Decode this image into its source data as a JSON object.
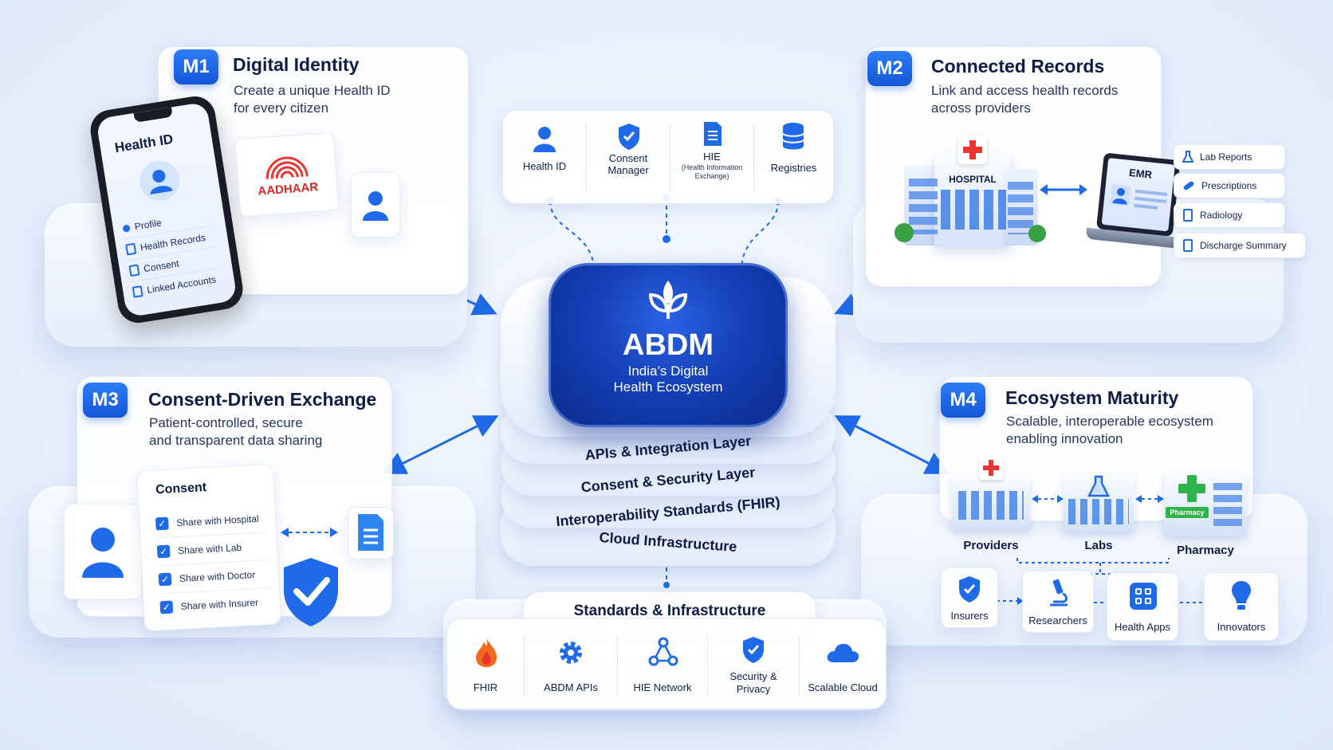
{
  "m1": {
    "badge": "M1",
    "title": "Digital Identity",
    "desc_line1": "Create a unique Health ID",
    "desc_line2": "for every citizen",
    "phone_title": "Health ID",
    "phone_items": [
      "Profile",
      "Health Records",
      "Consent",
      "Linked Accounts"
    ],
    "aadhaar_label": "AADHAAR"
  },
  "m2": {
    "badge": "M2",
    "title": "Connected Records",
    "desc_line1": "Link and access health records",
    "desc_line2": "across providers",
    "hospital_label": "HOSPITAL",
    "emr_label": "EMR",
    "records": [
      "Lab Reports",
      "Prescriptions",
      "Radiology",
      "Discharge Summary"
    ]
  },
  "m3": {
    "badge": "M3",
    "title": "Consent-Driven Exchange",
    "desc_line1": "Patient-controlled, secure",
    "desc_line2": "and transparent data sharing",
    "consent_title": "Consent",
    "consent_items": [
      "Share with Hospital",
      "Share with Lab",
      "Share with Doctor",
      "Share with Insurer"
    ]
  },
  "m4": {
    "badge": "M4",
    "title": "Ecosystem Maturity",
    "desc_line1": "Scalable, interoperable ecosystem",
    "desc_line2": "enabling innovation",
    "nodes": [
      "Providers",
      "Labs",
      "Pharmacy"
    ],
    "pharmacy_sign": "Pharmacy",
    "actors": [
      "Insurers",
      "Researchers",
      "Health Apps",
      "Innovators"
    ]
  },
  "top_components": {
    "health_id": "Health ID",
    "consent_line1": "Consent",
    "consent_line2": "Manager",
    "hie": "HIE",
    "hie_sub_line1": "(Health Information",
    "hie_sub_line2": "Exchange)",
    "registries": "Registries"
  },
  "core": {
    "title": "ABDM",
    "subtitle_line1": "India’s Digital",
    "subtitle_line2": "Health Ecosystem",
    "layers": [
      "APIs & Integration Layer",
      "Consent & Security Layer",
      "Interoperability Standards (FHIR)",
      "Cloud Infrastructure"
    ]
  },
  "standards": {
    "title": "Standards & Infrastructure",
    "items": [
      {
        "label": "FHIR",
        "icon": "flame-icon"
      },
      {
        "label": "ABDM APIs",
        "icon": "gear-icon"
      },
      {
        "label": "HIE Network",
        "icon": "network-icon"
      },
      {
        "label_line1": "Security &",
        "label_line2": "Privacy",
        "icon": "shield-check-icon"
      },
      {
        "label": "Scalable Cloud",
        "icon": "cloud-icon"
      }
    ]
  },
  "colors": {
    "primary": "#1f6ae8",
    "dark_core": "#0b2a8a",
    "accent_red": "#e8352f",
    "pharmacy_green": "#2fb34a"
  }
}
